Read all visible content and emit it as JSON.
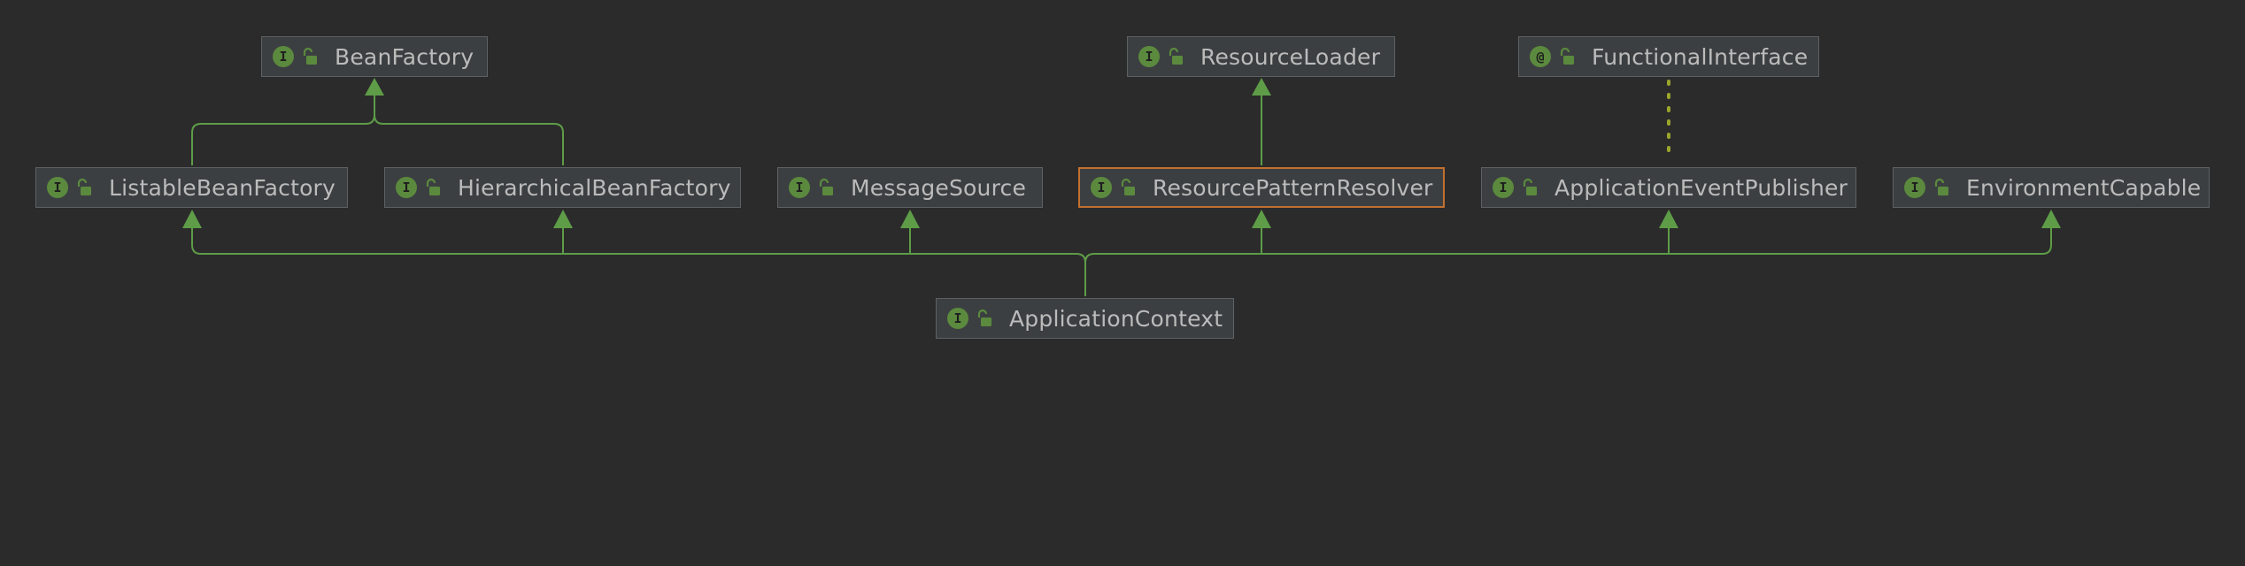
{
  "diagram": {
    "nodes": {
      "bean_factory": {
        "label": "BeanFactory",
        "badge": "I",
        "icon": "unlock-icon"
      },
      "resource_loader": {
        "label": "ResourceLoader",
        "badge": "I",
        "icon": "unlock-icon"
      },
      "functional_interface": {
        "label": "FunctionalInterface",
        "badge": "@",
        "icon": "unlock-icon"
      },
      "listable_bean_factory": {
        "label": "ListableBeanFactory",
        "badge": "I",
        "icon": "unlock-icon"
      },
      "hierarchical_bean_factory": {
        "label": "HierarchicalBeanFactory",
        "badge": "I",
        "icon": "unlock-icon"
      },
      "message_source": {
        "label": "MessageSource",
        "badge": "I",
        "icon": "unlock-icon"
      },
      "resource_pattern_resolver": {
        "label": "ResourcePatternResolver",
        "badge": "I",
        "icon": "unlock-icon",
        "selected": true
      },
      "application_event_publisher": {
        "label": "ApplicationEventPublisher",
        "badge": "I",
        "icon": "unlock-icon"
      },
      "environment_capable": {
        "label": "EnvironmentCapable",
        "badge": "I",
        "icon": "unlock-icon"
      },
      "application_context": {
        "label": "ApplicationContext",
        "badge": "I",
        "icon": "unlock-icon"
      }
    },
    "edges": [
      {
        "from": "listable_bean_factory",
        "to": "bean_factory",
        "kind": "extends"
      },
      {
        "from": "hierarchical_bean_factory",
        "to": "bean_factory",
        "kind": "extends"
      },
      {
        "from": "resource_pattern_resolver",
        "to": "resource_loader",
        "kind": "extends"
      },
      {
        "from": "application_event_publisher",
        "to": "functional_interface",
        "kind": "annotated-by"
      },
      {
        "from": "application_context",
        "to": "listable_bean_factory",
        "kind": "extends"
      },
      {
        "from": "application_context",
        "to": "hierarchical_bean_factory",
        "kind": "extends"
      },
      {
        "from": "application_context",
        "to": "message_source",
        "kind": "extends"
      },
      {
        "from": "application_context",
        "to": "resource_pattern_resolver",
        "kind": "extends"
      },
      {
        "from": "application_context",
        "to": "application_event_publisher",
        "kind": "extends"
      },
      {
        "from": "application_context",
        "to": "environment_capable",
        "kind": "extends"
      }
    ],
    "colors": {
      "background": "#2b2b2b",
      "node_fill": "#3c3f41",
      "node_border": "#5e6163",
      "selected_border": "#c2702f",
      "label_text": "#bbbbbb",
      "badge_fill": "#5b8a3e",
      "extends_edge": "#5e9c48",
      "annotation_edge": "#9aa62b"
    }
  }
}
